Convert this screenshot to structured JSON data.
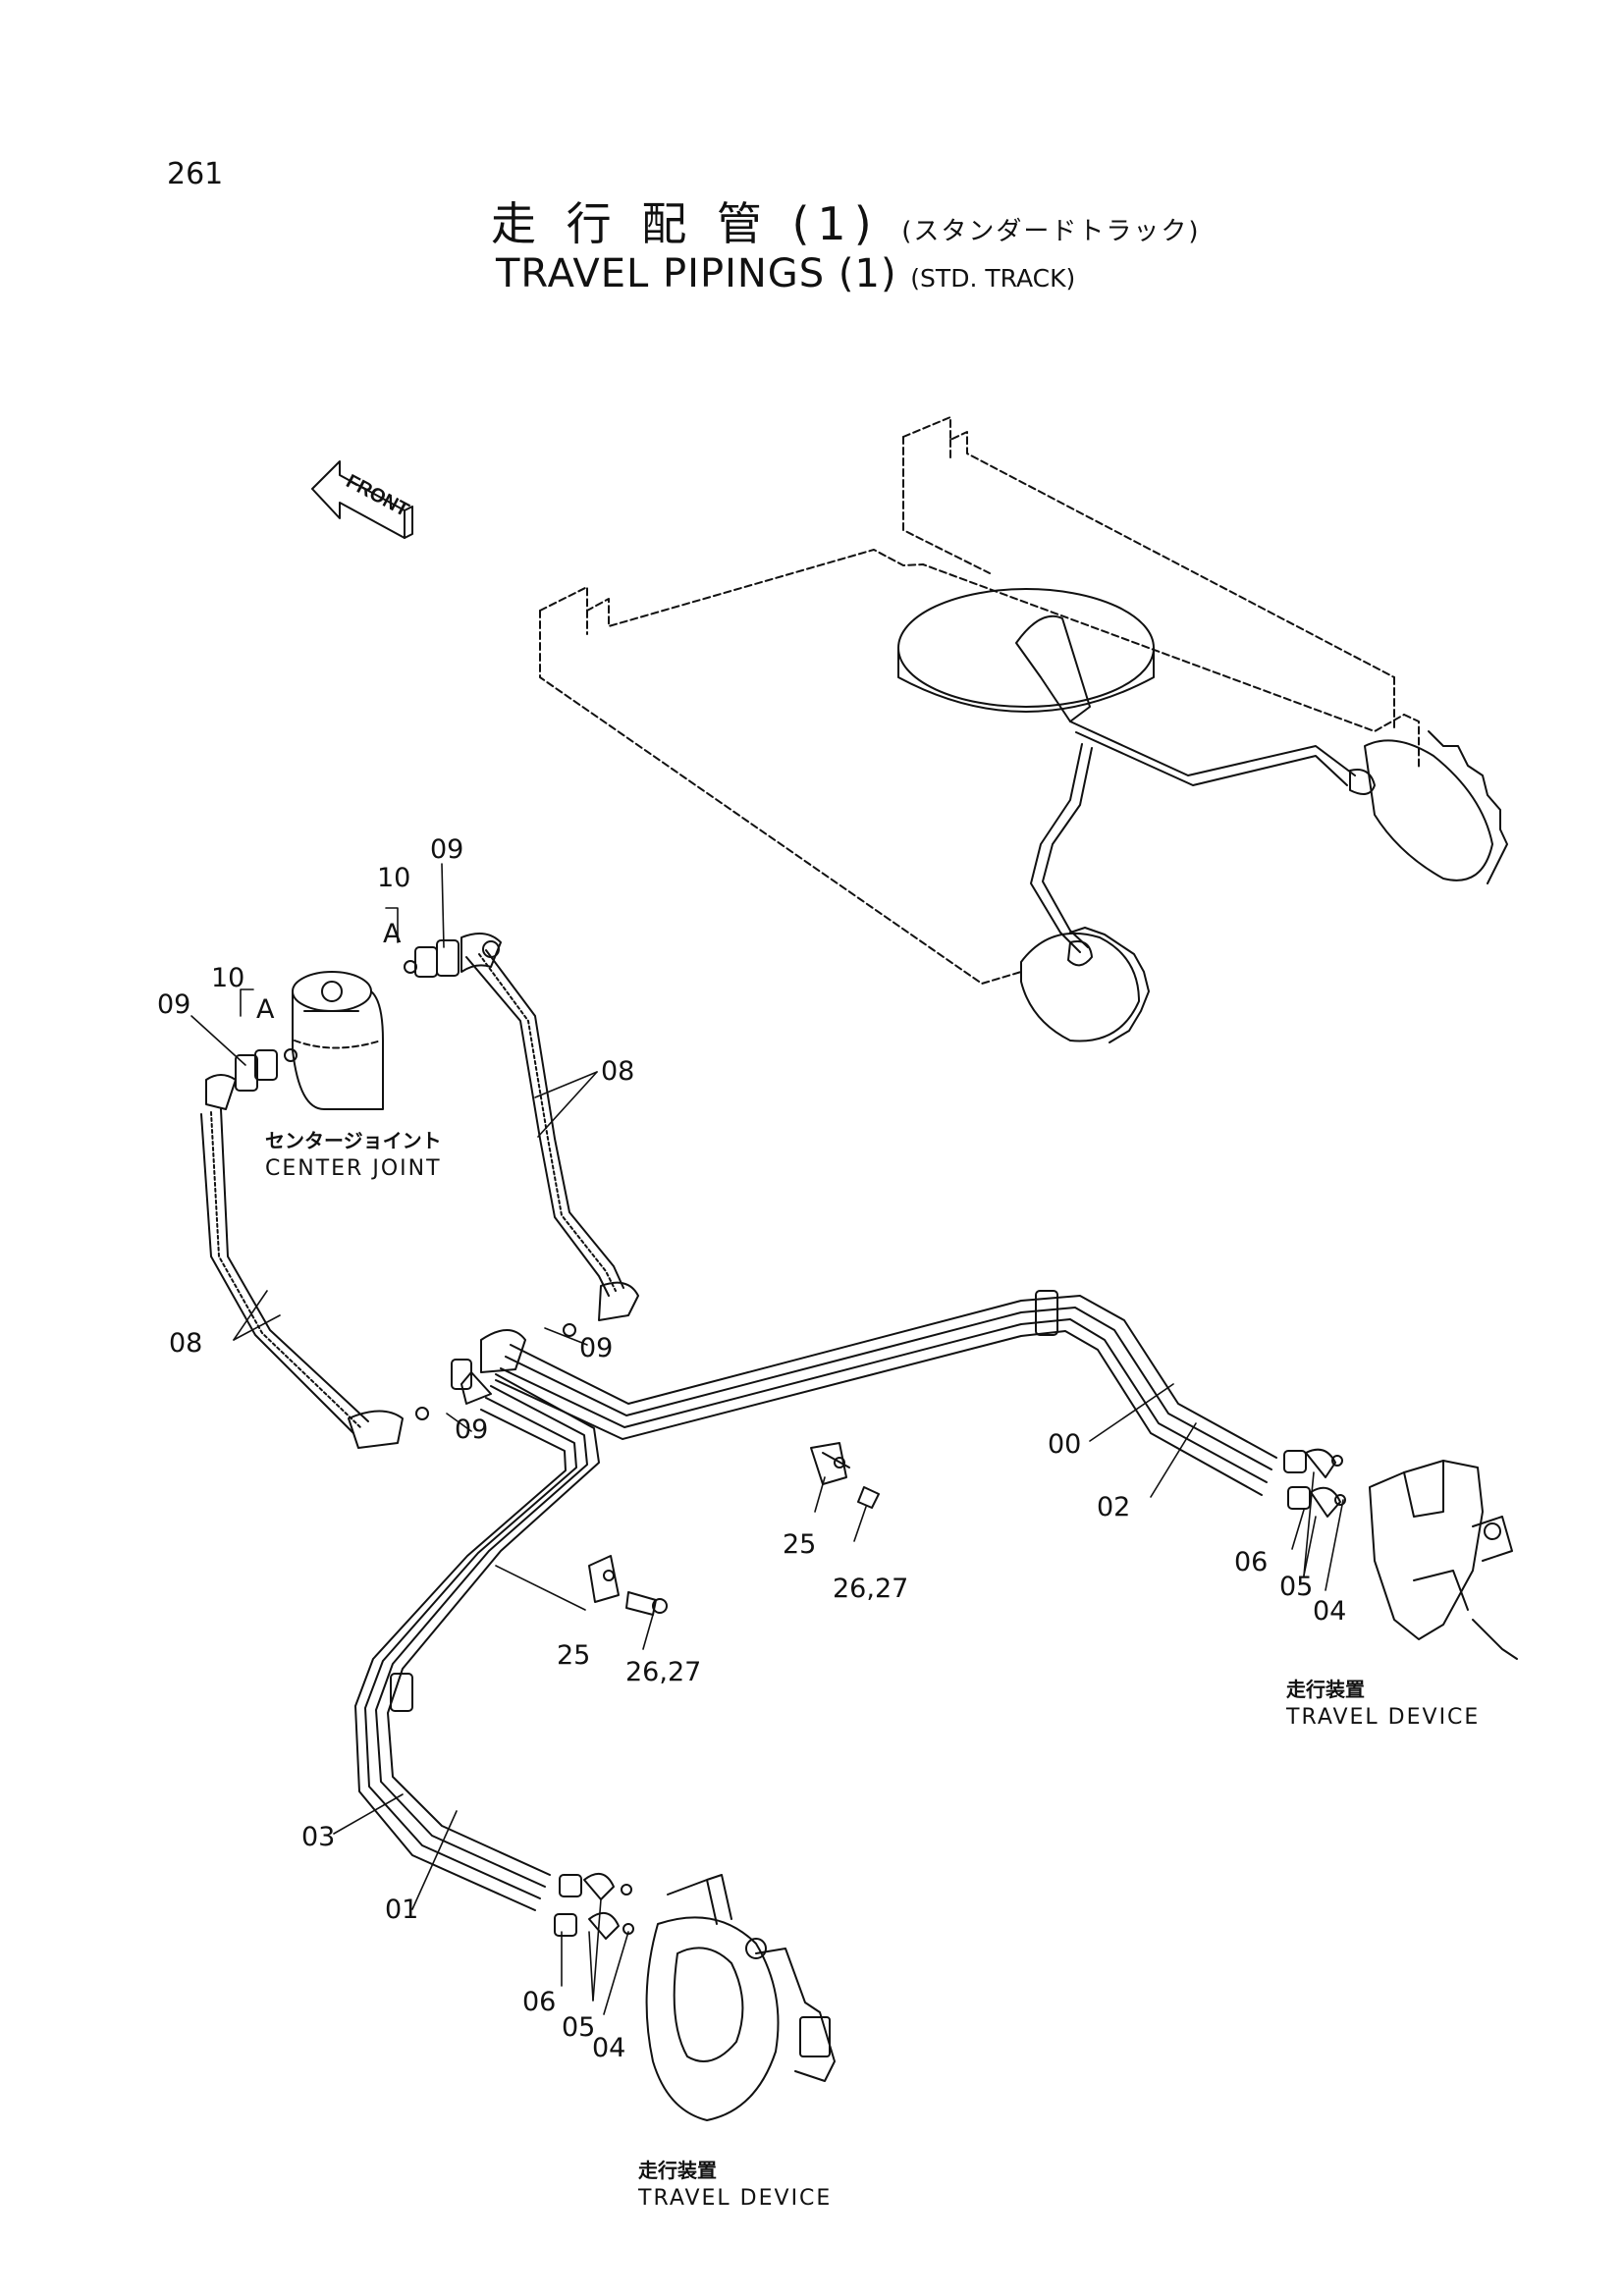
{
  "page_number": "261",
  "title": {
    "japanese": "走 行 配 管 (1)",
    "japanese_sub": "(スタンダードトラック)",
    "english": "TRAVEL PIPINGS (1)",
    "english_sub": "(STD. TRACK)"
  },
  "front_arrow_label": "FRONT",
  "center_joint": {
    "ja": "センタージョイント",
    "en": "CENTER JOINT"
  },
  "travel_device_right": {
    "ja": "走行装置",
    "en": "TRAVEL DEVICE"
  },
  "travel_device_bottom": {
    "ja": "走行装置",
    "en": "TRAVEL DEVICE"
  },
  "callouts": {
    "c09_top": "09",
    "c10_top": "10",
    "cA_top": "A",
    "c10_left": "10",
    "cA_left": "A",
    "c09_left": "09",
    "c08_right": "08",
    "c08_left": "08",
    "c09_mid": "09",
    "c09_low": "09",
    "c00": "00",
    "c02": "02",
    "c25_right": "25",
    "c2627_right": "26,27",
    "c06_right": "06",
    "c05_right": "05",
    "c04_right": "04",
    "c25_left": "25",
    "c2627_left": "26,27",
    "c03": "03",
    "c01": "01",
    "c06_bottom": "06",
    "c05_bottom": "05",
    "c04_bottom": "04"
  }
}
